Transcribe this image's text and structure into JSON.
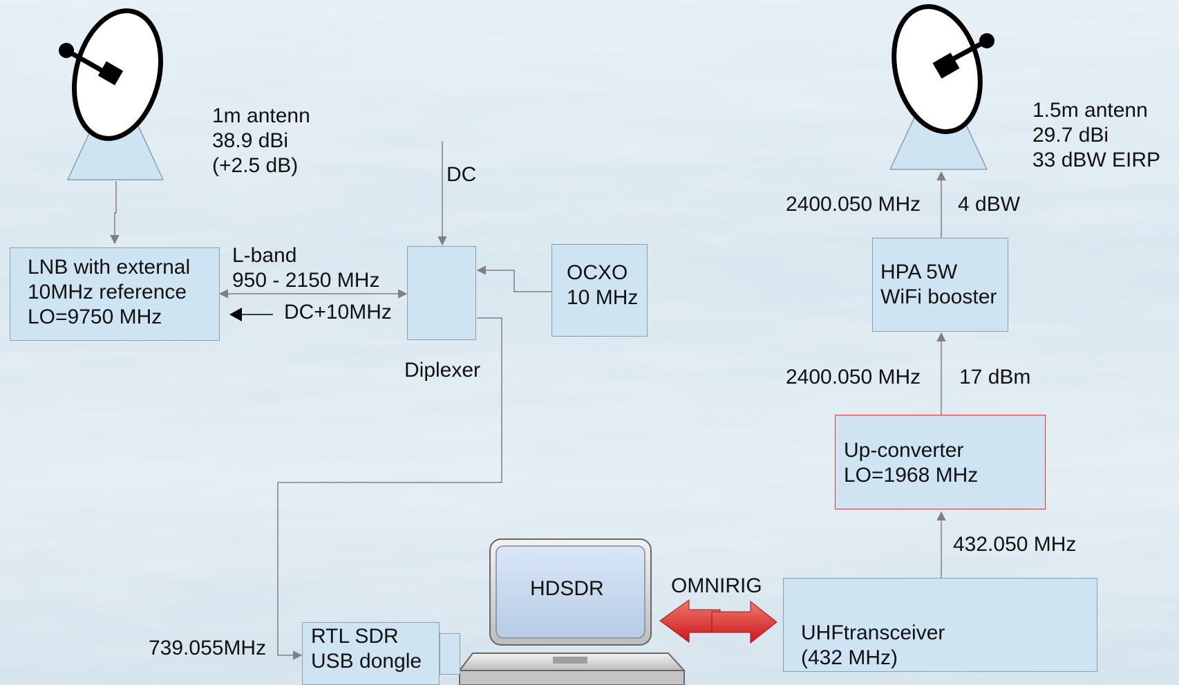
{
  "left_antenna": {
    "line1": "1m antenn",
    "line2": "38.9 dBi",
    "line3": "(+2.5 dB)"
  },
  "right_antenna": {
    "line1": "1.5m antenn",
    "line2": "29.7 dBi",
    "line3": "33 dBW EIRP"
  },
  "lnb": {
    "line1": "LNB with external",
    "line2": "10MHz reference",
    "line3": "LO=9750 MHz"
  },
  "lband": {
    "line1": "L-band",
    "line2": "950 - 2150 MHz"
  },
  "dc_10mhz": "DC+10MHz",
  "dc": "DC",
  "diplexer": "Diplexer",
  "ocxo": {
    "line1": "OCXO",
    "line2": "10 MHz"
  },
  "tx_freq_top": "2400.050 MHz",
  "tx_power_top": "4 dBW",
  "hpa": {
    "line1": "HPA 5W",
    "line2": "WiFi booster"
  },
  "tx_freq_mid": "2400.050 MHz",
  "tx_power_mid": "17 dBm",
  "upconverter": {
    "line1": "Up-converter",
    "line2": "LO=1968 MHz"
  },
  "if_freq": "432.050 MHz",
  "transceiver": {
    "line1": "UHFtransceiver",
    "line2": "(432 MHz)"
  },
  "omnirig": "OMNIRIG",
  "hdsdr": "HDSDR",
  "rtl": {
    "line1": "RTL SDR",
    "line2": "USB dongle"
  },
  "rx_freq": "739.055MHz",
  "colors": {
    "box_fill": "#cfe4f3",
    "box_border": "#8a9eab",
    "upconverter_border": "#d9363e",
    "arrow_red": "#d8262a",
    "line": "#808080"
  }
}
